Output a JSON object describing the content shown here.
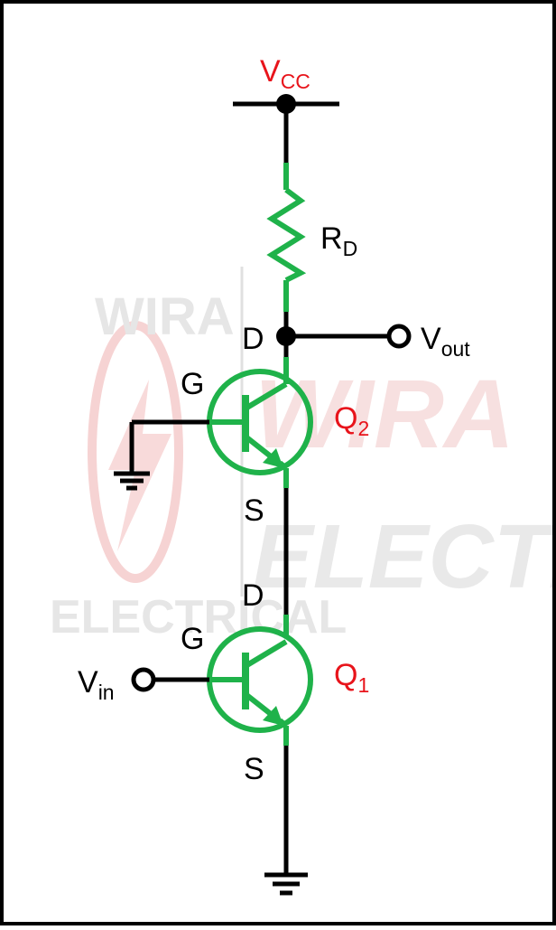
{
  "colors": {
    "wire": "#000000",
    "component": "#1fb24a",
    "label_red": "#e8141b",
    "label_black": "#000000",
    "watermark": "#dcdcdc",
    "watermark_logo": "#f4cccc"
  },
  "labels": {
    "vcc_main": "V",
    "vcc_sub": "CC",
    "rd_main": "R",
    "rd_sub": "D",
    "vout_main": "V",
    "vout_sub": "out",
    "vin_main": "V",
    "vin_sub": "in",
    "q2_main": "Q",
    "q2_sub": "2",
    "q1_main": "Q",
    "q1_sub": "1",
    "q2_drain": "D",
    "q2_gate": "G",
    "q2_source": "S",
    "q1_drain": "D",
    "q1_gate": "G",
    "q1_source": "S"
  },
  "watermark": {
    "small_top": "WIRA",
    "small_bottom": "ELECTRICAL",
    "big_top": "WIRA",
    "big_bottom": "ELECTRICAL"
  }
}
